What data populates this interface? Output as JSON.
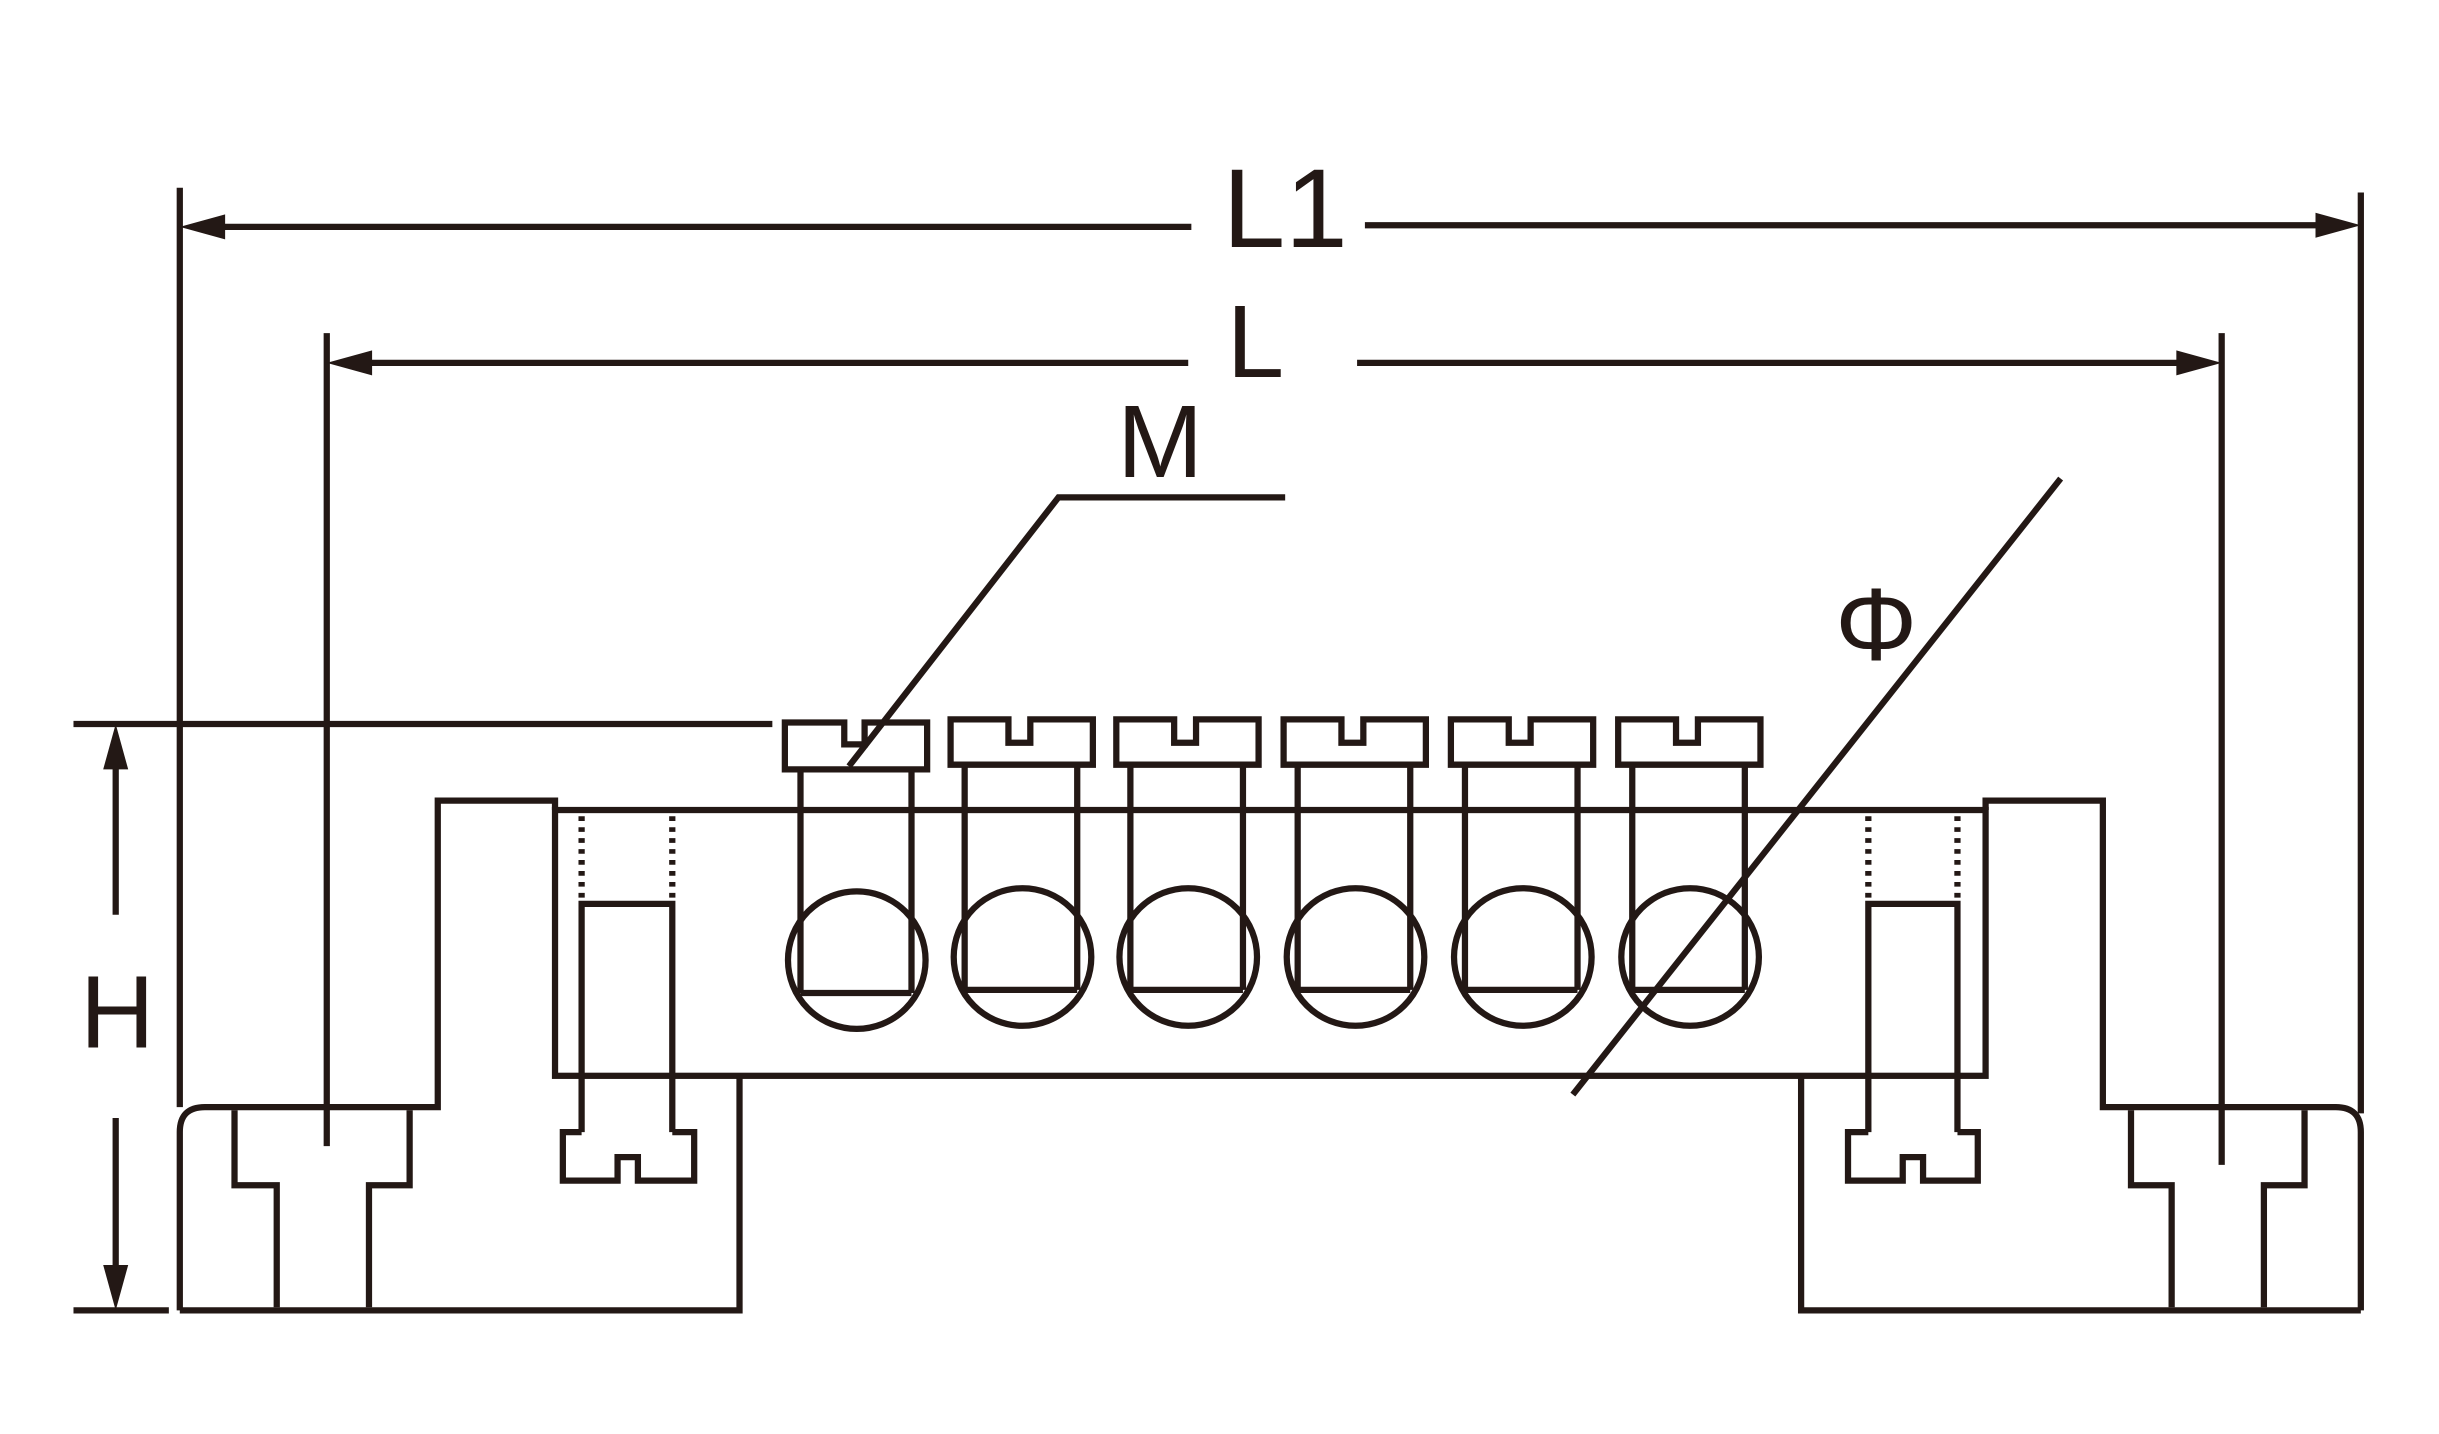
{
  "labels": {
    "overall_length": "L1",
    "length": "L",
    "screw": "M",
    "hole_diameter": "Φ",
    "height": "H"
  },
  "colors": {
    "line": "#231815",
    "background": "#ffffff"
  }
}
